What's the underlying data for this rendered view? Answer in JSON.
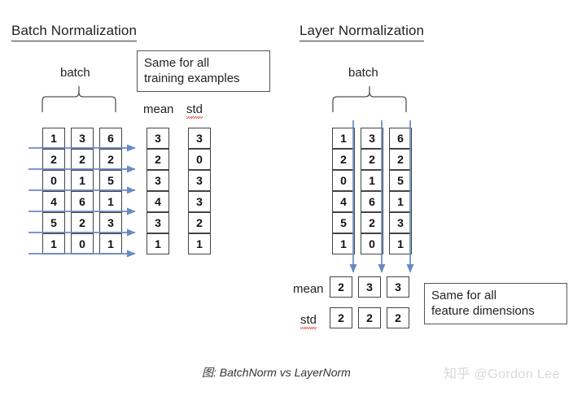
{
  "figure": {
    "caption": "图: BatchNorm vs LayerNorm",
    "watermark": "知乎 @Gordon Lee",
    "accent_color": "#6a8ac4",
    "box_border_color": "#444444"
  },
  "batch_norm": {
    "title": "Batch Normalization",
    "batch_label": "batch",
    "note": {
      "line1": "Same for all",
      "line2": "training examples"
    },
    "mean_label": "mean",
    "std_label": "std",
    "matrix": [
      [
        "1",
        "3",
        "6"
      ],
      [
        "2",
        "2",
        "2"
      ],
      [
        "0",
        "1",
        "5"
      ],
      [
        "4",
        "6",
        "1"
      ],
      [
        "5",
        "2",
        "3"
      ],
      [
        "1",
        "0",
        "1"
      ]
    ],
    "mean_column": [
      "3",
      "2",
      "3",
      "4",
      "3",
      "1"
    ],
    "std_column": [
      "3",
      "0",
      "3",
      "3",
      "2",
      "1"
    ],
    "arrow_direction": "horizontal-right",
    "arrow_count": 6
  },
  "layer_norm": {
    "title": "Layer Normalization",
    "batch_label": "batch",
    "note": {
      "line1": "Same for all",
      "line2": "feature dimensions"
    },
    "mean_label": "mean",
    "std_label": "std",
    "matrix": [
      [
        "1",
        "3",
        "6"
      ],
      [
        "2",
        "2",
        "2"
      ],
      [
        "0",
        "1",
        "5"
      ],
      [
        "4",
        "6",
        "1"
      ],
      [
        "5",
        "2",
        "3"
      ],
      [
        "1",
        "0",
        "1"
      ]
    ],
    "mean_row": [
      "2",
      "3",
      "3"
    ],
    "std_row": [
      "2",
      "2",
      "2"
    ],
    "arrow_direction": "vertical-down",
    "arrow_count": 3
  }
}
